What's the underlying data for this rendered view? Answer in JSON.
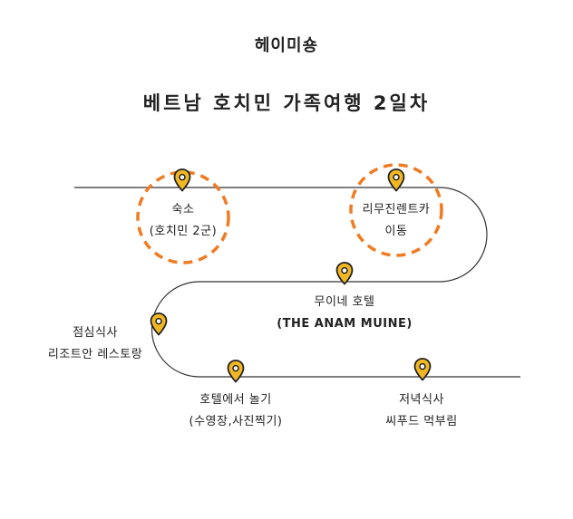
{
  "header": {
    "author": "헤이미숑",
    "title": "베트남 호치민 가족여행 2일차"
  },
  "colors": {
    "route_line": "#333333",
    "pin_fill": "#f2b824",
    "pin_stroke": "#222222",
    "highlight_circle": "#ef7b22"
  },
  "stops": [
    {
      "id": "hotel-district2",
      "line1": "숙소",
      "line2": "(호치민 2군)",
      "highlighted": true,
      "icon": "map-pin-icon"
    },
    {
      "id": "rentcar",
      "line1": "리무진렌트카",
      "line2": "이동",
      "highlighted": true,
      "icon": "map-pin-icon"
    },
    {
      "id": "muine-hotel",
      "line1": "무이네 호텔",
      "line2": "(THE ANAM MUINE)",
      "highlighted": false,
      "icon": "map-pin-icon"
    },
    {
      "id": "lunch",
      "line1": "점심식사",
      "line2": "리조트안 레스토랑",
      "highlighted": false,
      "icon": "map-pin-icon"
    },
    {
      "id": "hotel-play",
      "line1": "호텔에서 놀기",
      "line2": "(수영장,사진찍기)",
      "highlighted": false,
      "icon": "map-pin-icon"
    },
    {
      "id": "dinner",
      "line1": "저녁식사",
      "line2": "씨푸드 먹부림",
      "highlighted": false,
      "icon": "map-pin-icon"
    }
  ]
}
